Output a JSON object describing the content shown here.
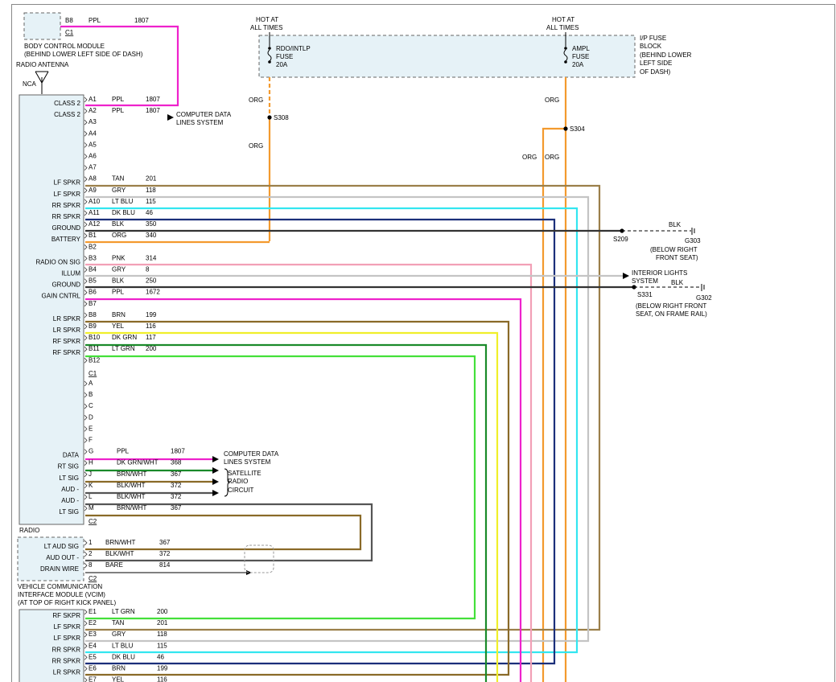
{
  "colors": {
    "ppl": "#ee22cc",
    "tan": "#9b7f4a",
    "gry": "#c4c4c4",
    "ltblu": "#33e6f0",
    "dkblu": "#1b2f7a",
    "blk": "#333333",
    "org": "#f39a2e",
    "pnk": "#f2a0b6",
    "brn": "#8a6a28",
    "yel": "#f0ef2a",
    "dkgrn": "#1a8a2a",
    "ltgrn": "#44e03a",
    "brnwht": "#8a6a28",
    "blkwht": "#555555",
    "dkgrnwht": "#1a8a2a",
    "outline": "#888888"
  },
  "labels": {
    "bcm_pin_b8": "B8",
    "bcm_wire_color": "PPL",
    "bcm_wire_num": "1807",
    "bcm_conn": "C1",
    "bcm_name_1": "BODY CONTROL MODULE",
    "bcm_name_2": "(BEHIND LOWER LEFT SIDE OF DASH)",
    "antenna": "RADIO ANTENNA",
    "nca": "NCA",
    "hot1_a": "HOT AT",
    "hot1_b": "ALL TIMES",
    "hot2_a": "HOT AT",
    "hot2_b": "ALL TIMES",
    "fuse1_a": "RDO/INTLP",
    "fuse1_b": "FUSE",
    "fuse1_c": "20A",
    "fuse2_a": "AMPL",
    "fuse2_b": "FUSE",
    "fuse2_c": "20A",
    "fuseblock_1": "I/P FUSE",
    "fuseblock_2": "BLOCK",
    "fuseblock_3": "(BEHIND LOWER",
    "fuseblock_4": "LEFT SIDE",
    "fuseblock_5": "OF DASH)",
    "org": "ORG",
    "s308": "S308",
    "s304": "S304",
    "cdls_1": "COMPUTER DATA",
    "cdls_2": "LINES SYSTEM",
    "s209": "S209",
    "g303": "G303",
    "g303_loc_1": "(BELOW RIGHT",
    "g303_loc_2": "FRONT SEAT)",
    "interior_1": "INTERIOR LIGHTS",
    "interior_2": "SYSTEM",
    "s331": "S331",
    "g302": "G302",
    "g302_loc_1": "(BELOW RIGHT FRONT",
    "g302_loc_2": "SEAT, ON FRAME RAIL)",
    "blk": "BLK",
    "sat_1": "SATELLITE",
    "sat_2": "RADIO",
    "sat_3": "CIRCUIT",
    "radio": "RADIO",
    "c1": "C1",
    "c2": "C2",
    "vcim_1": "VEHICLE COMMUNICATION",
    "vcim_2": "INTERFACE MODULE (VCIM)",
    "vcim_3": "(AT TOP OF RIGHT KICK PANEL)"
  },
  "radio_pins": [
    {
      "pin": "A1",
      "label": "CLASS 2",
      "color": "PPL",
      "num": "1807"
    },
    {
      "pin": "A2",
      "label": "CLASS 2",
      "color": "PPL",
      "num": "1807"
    },
    {
      "pin": "A3",
      "label": "",
      "color": "",
      "num": ""
    },
    {
      "pin": "A4",
      "label": "",
      "color": "",
      "num": ""
    },
    {
      "pin": "A5",
      "label": "",
      "color": "",
      "num": ""
    },
    {
      "pin": "A6",
      "label": "",
      "color": "",
      "num": ""
    },
    {
      "pin": "A7",
      "label": "",
      "color": "",
      "num": ""
    },
    {
      "pin": "A8",
      "label": "LF SPKR",
      "color": "TAN",
      "num": "201"
    },
    {
      "pin": "A9",
      "label": "LF SPKR",
      "color": "GRY",
      "num": "118"
    },
    {
      "pin": "A10",
      "label": "RR SPKR",
      "color": "LT BLU",
      "num": "115"
    },
    {
      "pin": "A11",
      "label": "RR SPKR",
      "color": "DK BLU",
      "num": "46"
    },
    {
      "pin": "A12",
      "label": "GROUND",
      "color": "BLK",
      "num": "350"
    },
    {
      "pin": "B1",
      "label": "BATTERY",
      "color": "ORG",
      "num": "340"
    },
    {
      "pin": "B2",
      "label": "",
      "color": "",
      "num": ""
    },
    {
      "pin": "B3",
      "label": "RADIO ON SIG",
      "color": "PNK",
      "num": "314"
    },
    {
      "pin": "B4",
      "label": "ILLUM",
      "color": "GRY",
      "num": "8"
    },
    {
      "pin": "B5",
      "label": "GROUND",
      "color": "BLK",
      "num": "250"
    },
    {
      "pin": "B6",
      "label": "GAIN CNTRL",
      "color": "PPL",
      "num": "1672"
    },
    {
      "pin": "B7",
      "label": "",
      "color": "",
      "num": ""
    },
    {
      "pin": "B8",
      "label": "LR SPKR",
      "color": "BRN",
      "num": "199"
    },
    {
      "pin": "B9",
      "label": "LR SPKR",
      "color": "YEL",
      "num": "116"
    },
    {
      "pin": "B10",
      "label": "RF SPKR",
      "color": "DK GRN",
      "num": "117"
    },
    {
      "pin": "B11",
      "label": "RF SPKR",
      "color": "LT GRN",
      "num": "200"
    },
    {
      "pin": "B12",
      "label": "",
      "color": "",
      "num": ""
    }
  ],
  "c1_pins": [
    {
      "pin": "A",
      "label": "",
      "color": "",
      "num": ""
    },
    {
      "pin": "B",
      "label": "",
      "color": "",
      "num": ""
    },
    {
      "pin": "C",
      "label": "",
      "color": "",
      "num": ""
    },
    {
      "pin": "D",
      "label": "",
      "color": "",
      "num": ""
    },
    {
      "pin": "E",
      "label": "",
      "color": "",
      "num": ""
    },
    {
      "pin": "F",
      "label": "",
      "color": "",
      "num": ""
    },
    {
      "pin": "G",
      "label": "DATA",
      "color": "PPL",
      "num": "1807"
    },
    {
      "pin": "H",
      "label": "RT SIG",
      "color": "DK GRN/WHT",
      "num": "368"
    },
    {
      "pin": "J",
      "label": "LT SIG",
      "color": "BRN/WHT",
      "num": "367"
    },
    {
      "pin": "K",
      "label": "AUD -",
      "color": "BLK/WHT",
      "num": "372"
    },
    {
      "pin": "L",
      "label": "AUD -",
      "color": "BLK/WHT",
      "num": "372"
    },
    {
      "pin": "M",
      "label": "LT SIG",
      "color": "BRN/WHT",
      "num": "367"
    }
  ],
  "vcim_pins": [
    {
      "pin": "1",
      "label": "LT AUD SIG",
      "color": "BRN/WHT",
      "num": "367"
    },
    {
      "pin": "2",
      "label": "AUD OUT -",
      "color": "BLK/WHT",
      "num": "372"
    },
    {
      "pin": "8",
      "label": "DRAIN WIRE",
      "color": "BARE",
      "num": "814"
    }
  ],
  "amp_pins": [
    {
      "pin": "E1",
      "label": "RF SKPR",
      "color": "LT GRN",
      "num": "200"
    },
    {
      "pin": "E2",
      "label": "LF SPKR",
      "color": "TAN",
      "num": "201"
    },
    {
      "pin": "E3",
      "label": "LF SPKR",
      "color": "GRY",
      "num": "118"
    },
    {
      "pin": "E4",
      "label": "RR SPKR",
      "color": "LT BLU",
      "num": "115"
    },
    {
      "pin": "E5",
      "label": "RR SPKR",
      "color": "DK BLU",
      "num": "46"
    },
    {
      "pin": "E6",
      "label": "LR SPKR",
      "color": "BRN",
      "num": "199"
    },
    {
      "pin": "E7",
      "label": "",
      "color": "YEL",
      "num": "116"
    }
  ]
}
